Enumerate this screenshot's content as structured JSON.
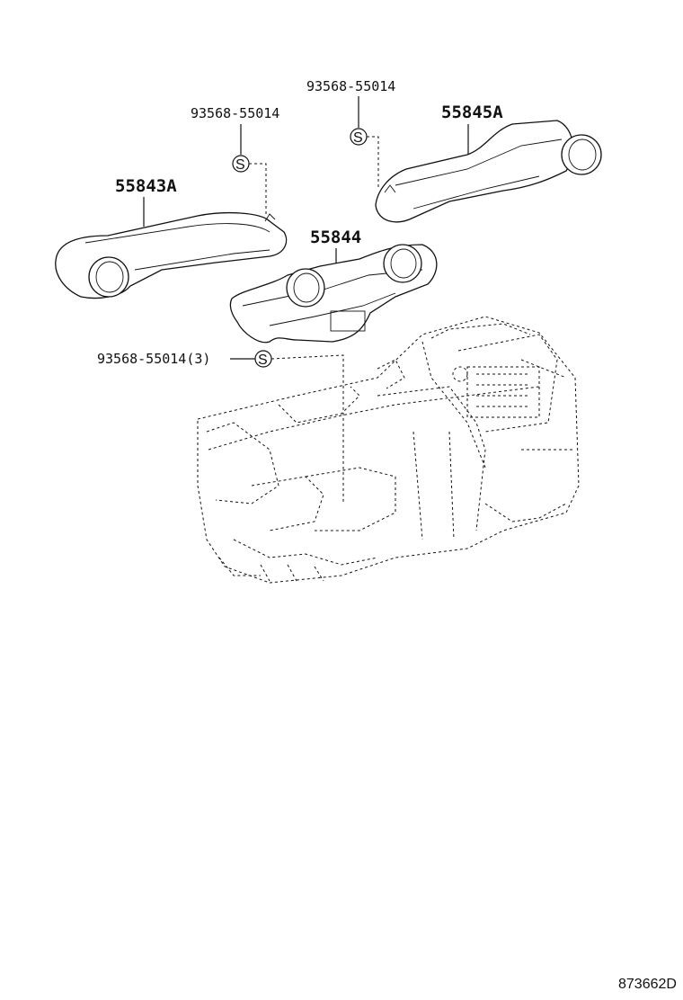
{
  "labels": {
    "part_55843a": "55843A",
    "part_55845a": "55845A",
    "part_55844": "55844",
    "screw_left": "93568-55014",
    "screw_right": "93568-55014",
    "screw_center": "93568-55014(3)",
    "screw_symbol": "S"
  },
  "reference_code": "873662D"
}
